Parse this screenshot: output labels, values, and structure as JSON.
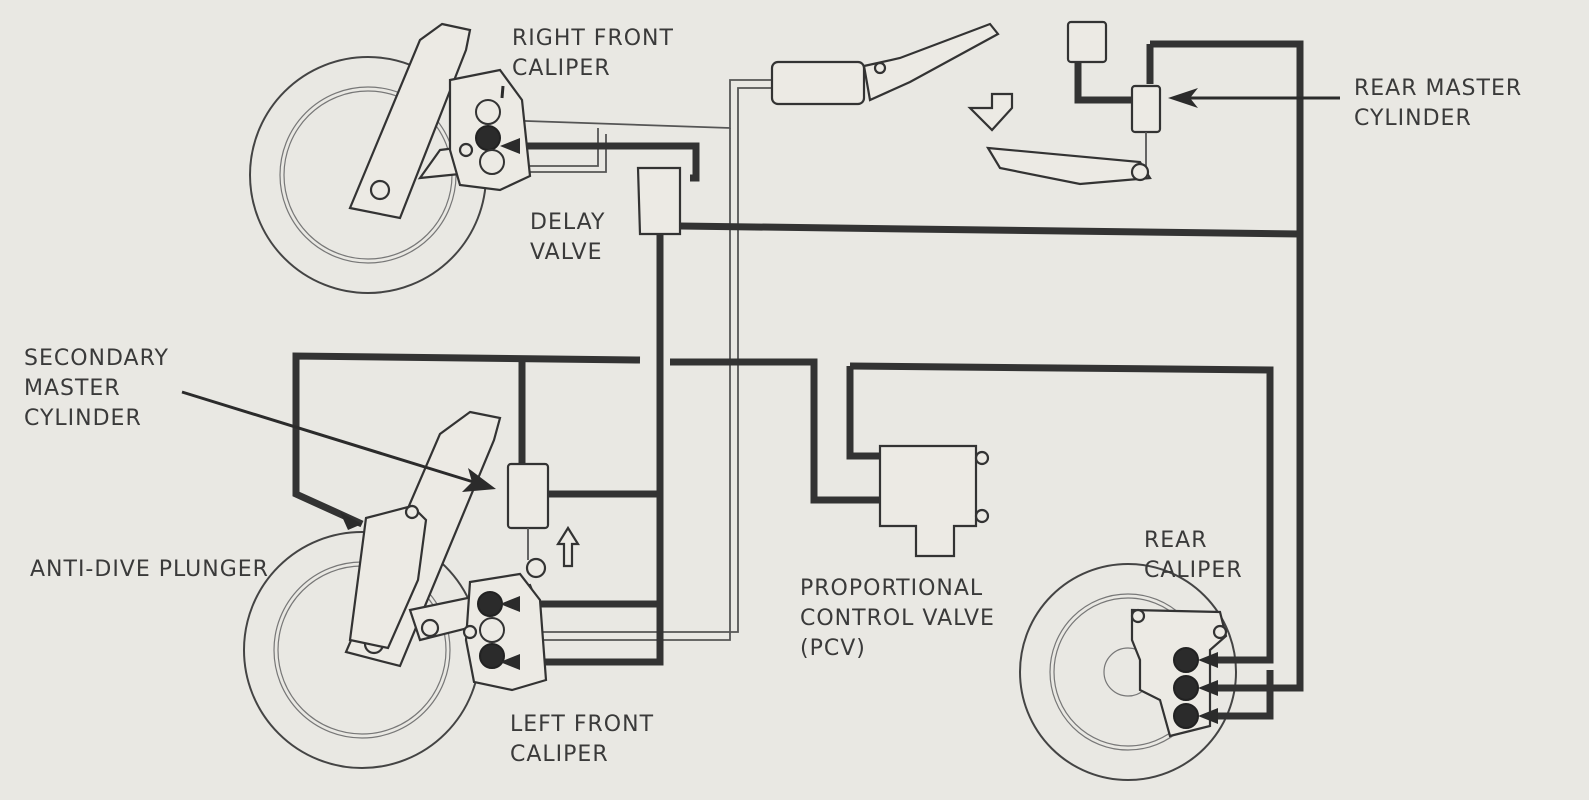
{
  "labels": {
    "right_front_caliper": [
      "RIGHT FRONT",
      "CALIPER"
    ],
    "rear_master_cylinder": [
      "REAR MASTER",
      "CYLINDER"
    ],
    "delay_valve": [
      "DELAY",
      "VALVE"
    ],
    "secondary_master_cylinder": [
      "SECONDARY",
      "MASTER",
      "CYLINDER"
    ],
    "anti_dive_plunger": "ANTI-DIVE PLUNGER",
    "proportional_control_valve": [
      "PROPORTIONAL",
      "CONTROL VALVE",
      "(PCV)"
    ],
    "rear_caliper": [
      "REAR",
      "CALIPER"
    ],
    "left_front_caliper": [
      "LEFT FRONT",
      "CALIPER"
    ]
  },
  "colors": {
    "background": "#e9e8e3",
    "line": "#333333",
    "text": "#3a3a3a"
  }
}
